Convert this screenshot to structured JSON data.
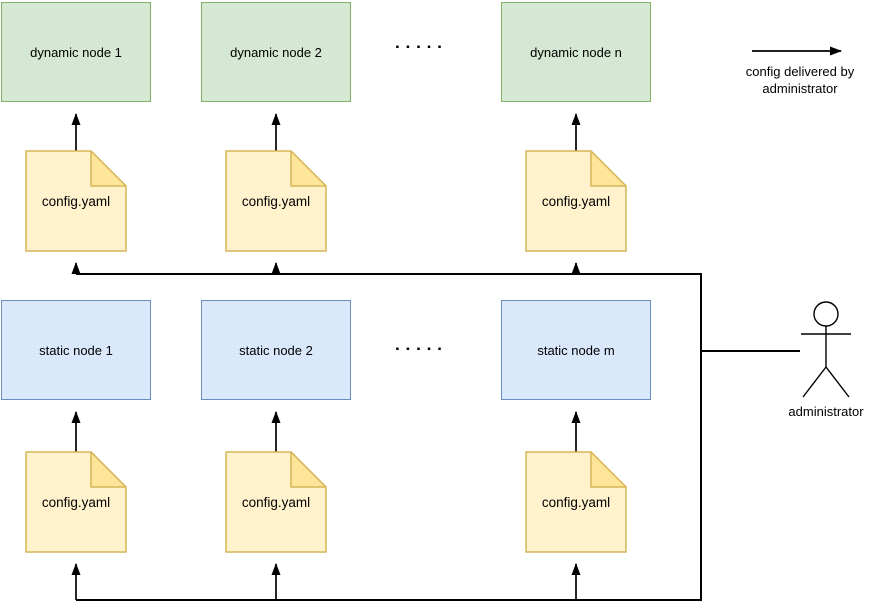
{
  "diagram": {
    "dynamic_nodes": [
      "dynamic node 1",
      "dynamic node 2",
      "dynamic node n"
    ],
    "static_nodes": [
      "static node 1",
      "static node 2",
      "static node m"
    ],
    "config_file_label": "config.yaml",
    "ellipsis": "▪▪▪▪▪",
    "legend": {
      "line1": "config delivered by",
      "line2": "administrator"
    },
    "actor_label": "administrator",
    "colors": {
      "dynamic_fill": "#d5e8d4",
      "dynamic_stroke": "#82b366",
      "static_fill": "#dae8fc",
      "static_stroke": "#6c8ebf",
      "config_fill": "#fff2cc",
      "config_fold": "#ffe599",
      "config_stroke": "#d6b656",
      "line": "#000000",
      "background": "#ffffff"
    }
  }
}
